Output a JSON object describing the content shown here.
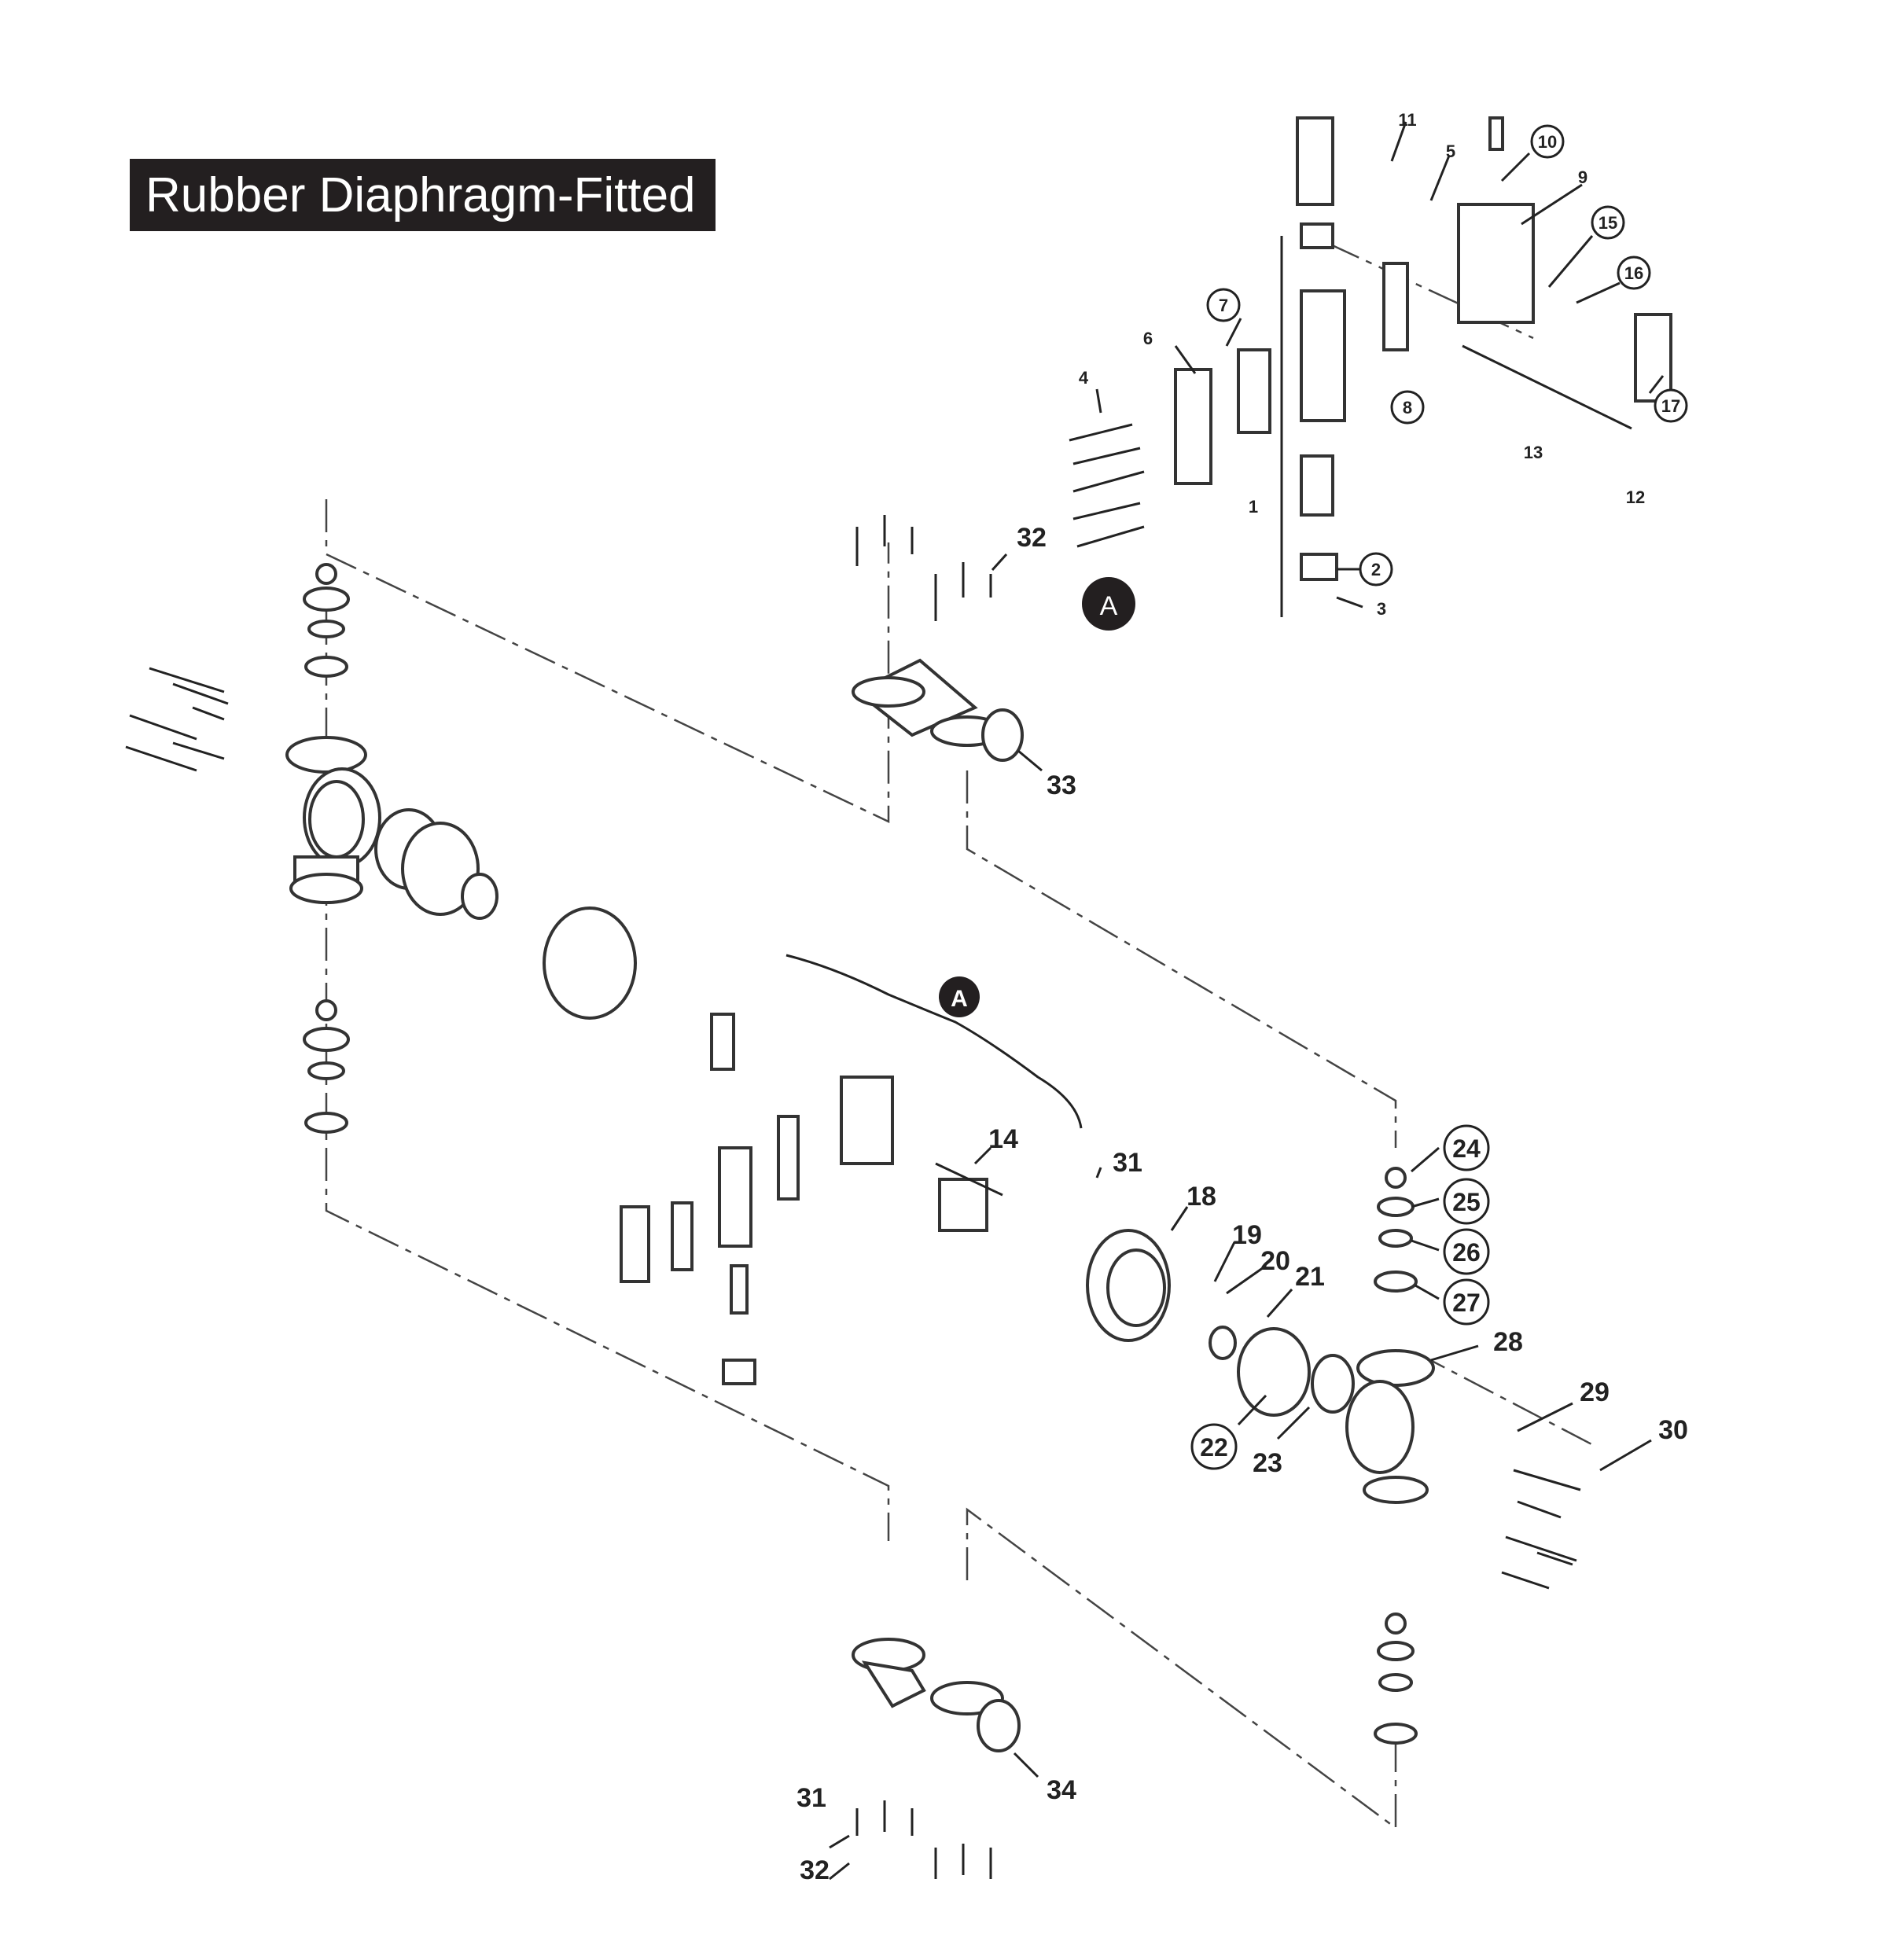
{
  "title": "Rubber Diaphragm-Fitted",
  "callouts": {
    "c1": "1",
    "c2": "2",
    "c3": "3",
    "c4": "4",
    "c5": "5",
    "c6": "6",
    "c7": "7",
    "c8": "8",
    "c9": "9",
    "c10": "10",
    "c11": "11",
    "c12": "12",
    "c13": "13",
    "c14": "14",
    "c15": "15",
    "c16": "16",
    "c17": "17",
    "c18": "18",
    "c19": "19",
    "c20": "20",
    "c21": "21",
    "c22": "22",
    "c23": "23",
    "c24": "24",
    "c25": "25",
    "c26": "26",
    "c27": "27",
    "c28": "28",
    "c29": "29",
    "c30": "30",
    "c31a": "31",
    "c32a": "32",
    "c33": "33",
    "c31b": "31",
    "c32b": "32",
    "c34": "34"
  },
  "section_markers": {
    "a_top": "A",
    "a_main": "A"
  },
  "colors": {
    "title_bg": "#231f20",
    "title_fg": "#ffffff",
    "line": "#333333"
  }
}
